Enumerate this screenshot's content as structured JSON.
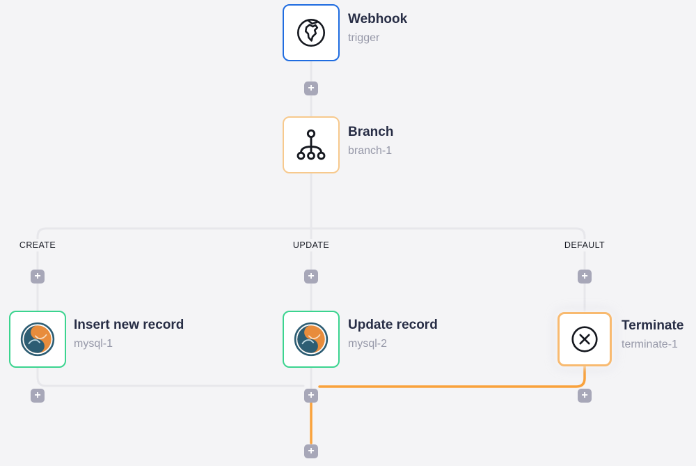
{
  "app": {
    "name": "workflow-builder-canvas"
  },
  "colors": {
    "canvas_background": "#f4f4f6",
    "connector_default": "#e7e7eb",
    "connector_active": "#f9a23c",
    "add_button_background": "#a7a7b8",
    "node_title_text": "#272d45",
    "node_subtitle_text": "#9698a8",
    "branch_label_text": "#1b1e27"
  },
  "nodes": {
    "webhook": {
      "title": "Webhook",
      "subtitle": "trigger",
      "border_color": "#1f6ce0",
      "icon": "globe-icon"
    },
    "branch": {
      "title": "Branch",
      "subtitle": "branch-1",
      "border_color": "#f7c98d",
      "icon": "branch-icon"
    },
    "insert": {
      "title": "Insert new record",
      "subtitle": "mysql-1",
      "border_color": "#3bd48f",
      "icon": "mysql-icon"
    },
    "update": {
      "title": "Update record",
      "subtitle": "mysql-2",
      "border_color": "#3bd48f",
      "icon": "mysql-icon"
    },
    "terminate": {
      "title": "Terminate",
      "subtitle": "terminate-1",
      "border_color": "#f8ba70",
      "icon": "terminate-icon"
    }
  },
  "branch_labels": {
    "create": "CREATE",
    "update": "UPDATE",
    "default": "DEFAULT"
  },
  "add_button": {
    "glyph": "+"
  }
}
